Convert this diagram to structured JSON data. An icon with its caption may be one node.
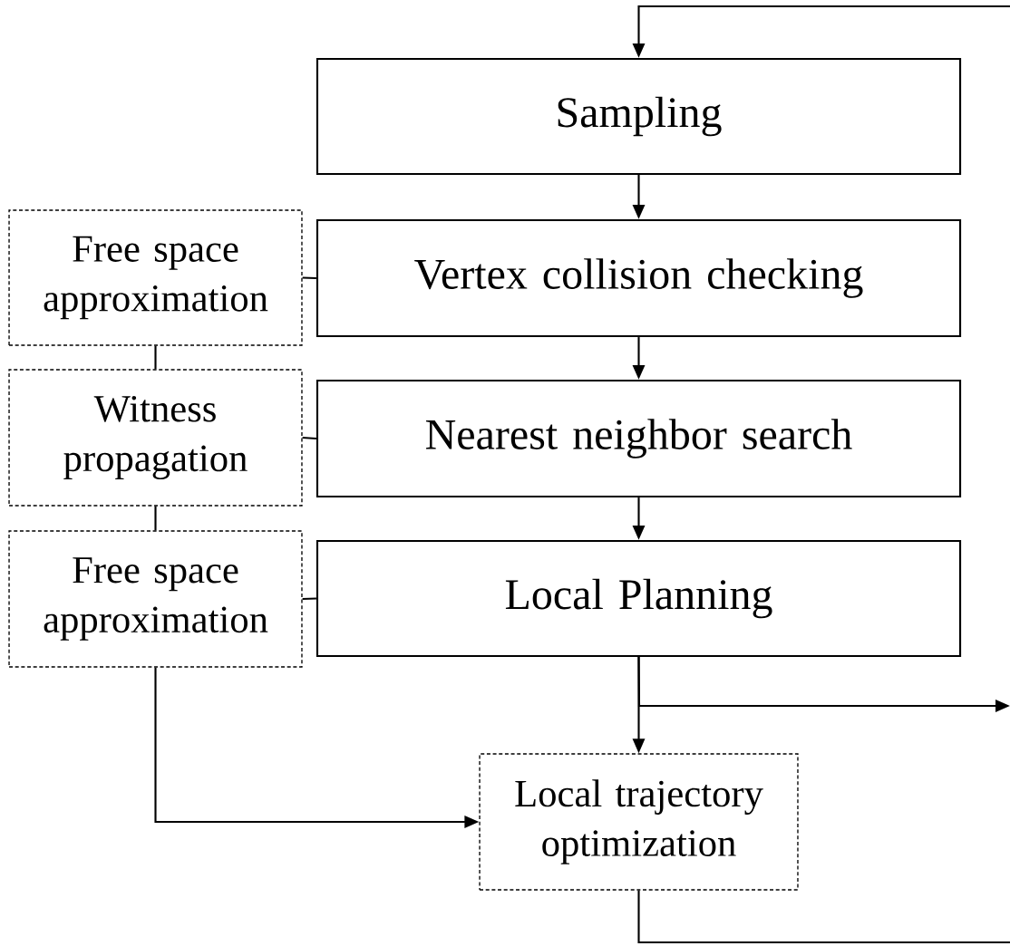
{
  "diagram": {
    "nodes": [
      {
        "text": [
          "Sampling"
        ]
      },
      {
        "text": [
          "Free space approximation"
        ]
      },
      {
        "text": [
          "Vertex collision checking"
        ]
      },
      {
        "text": [
          "Witness propagation"
        ]
      },
      {
        "text": [
          "Nearest neighbor search"
        ]
      },
      {
        "text": [
          "Free space approximation"
        ]
      },
      {
        "text": [
          "Local Planning"
        ]
      },
      {
        "text": [
          "Local trajectory optimization"
        ]
      }
    ],
    "edges": [
      {
        "from": null,
        "to": 0,
        "arrow": "to"
      },
      {
        "from": 0,
        "to": 2,
        "arrow": "to"
      },
      {
        "from": 2,
        "to": 4,
        "arrow": "to"
      },
      {
        "from": 4,
        "to": 6,
        "arrow": "to"
      },
      {
        "from": 6,
        "to": 7,
        "arrow": "to"
      },
      {
        "from": 6,
        "to": null,
        "arrow": "to"
      },
      {
        "from": 7,
        "to": null,
        "arrow": "none"
      },
      {
        "from": 1,
        "to": 2,
        "arrow": "none"
      },
      {
        "from": 1,
        "to": 3,
        "arrow": "none"
      },
      {
        "from": 3,
        "to": 4,
        "arrow": "none"
      },
      {
        "from": 3,
        "to": 5,
        "arrow": "none"
      },
      {
        "from": 5,
        "to": 6,
        "arrow": "none"
      },
      {
        "from": 5,
        "to": 7,
        "arrow": "to"
      }
    ]
  }
}
